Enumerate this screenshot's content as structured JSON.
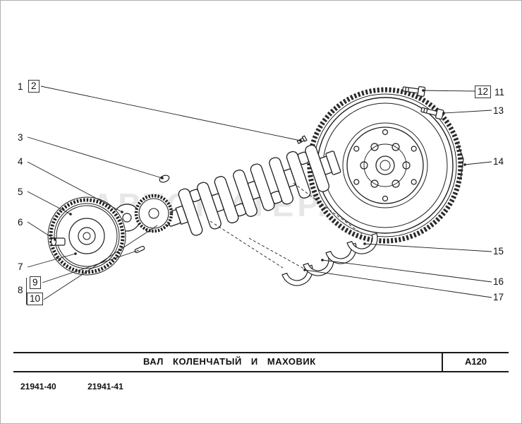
{
  "page": {
    "watermark": "АВТОПИТЕР.RU"
  },
  "footer": {
    "title": "ВАЛ КОЛЕНЧАТЫЙ И МАХОВИК",
    "section_code": "A120",
    "doc_numbers": [
      "21941-40",
      "21941-41"
    ]
  },
  "callouts": {
    "n1": "1",
    "n2": "2",
    "n3": "3",
    "n4": "4",
    "n5": "5",
    "n6": "6",
    "n7": "7",
    "n8": "8",
    "n9": "9",
    "n10": "10",
    "n11": "11",
    "n12": "12",
    "n13": "13",
    "n14": "14",
    "n15": "15",
    "n16": "16",
    "n17": "17"
  }
}
